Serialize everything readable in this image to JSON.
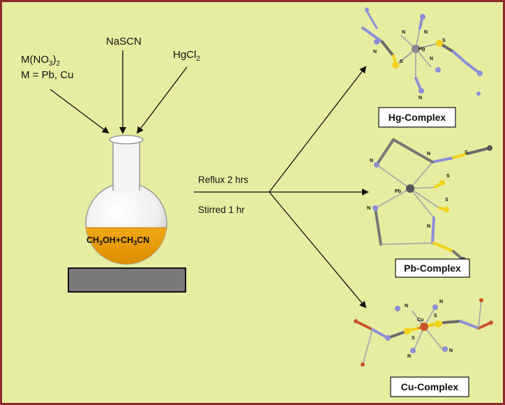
{
  "reagents": {
    "metal_salt_main": "M(NO",
    "metal_salt_sub": "3",
    "metal_salt_close": ")",
    "metal_salt_sub2": "2",
    "metal_def": "M = Pb, Cu",
    "nascn": "NaSCN",
    "hgcl_main": "HgCl",
    "hgcl_sub": "2"
  },
  "solvent": {
    "ch": "CH",
    "sub1": "3",
    "mid": "OH+CH",
    "sub2": "3",
    "end": "CN"
  },
  "conditions": {
    "reflux": "Reflux 2 hrs",
    "stirred": "Stirred 1 hr"
  },
  "products": {
    "hg": "Hg-Complex",
    "pb": "Pb-Complex",
    "cu": "Cu-Complex"
  },
  "atom_labels": {
    "hg_center": "Hg",
    "pb_center": "Pb",
    "cu_center": "Cu",
    "n": "N",
    "s": "S"
  },
  "colors": {
    "background": "#e6eda0",
    "border": "#8b2b2b",
    "solution": "#e79a06",
    "sulfur": "#f2d21a",
    "nitrogen": "#8c8ed6",
    "carbon": "#6b6b6b",
    "copper": "#c9552a"
  }
}
